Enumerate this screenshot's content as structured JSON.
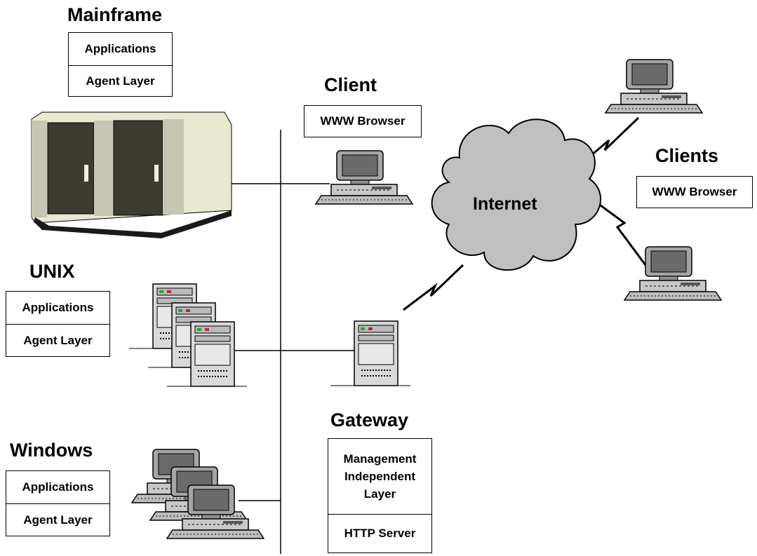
{
  "nodes": {
    "mainframe": {
      "title": "Mainframe",
      "layers": [
        "Applications",
        "Agent Layer"
      ]
    },
    "unix": {
      "title": "UNIX",
      "layers": [
        "Applications",
        "Agent Layer"
      ]
    },
    "windows": {
      "title": "Windows",
      "layers": [
        "Applications",
        "Agent Layer"
      ]
    },
    "client": {
      "title": "Client",
      "layers": [
        "WWW Browser"
      ]
    },
    "clients": {
      "title": "Clients",
      "layers": [
        "WWW Browser"
      ]
    },
    "gateway": {
      "title": "Gateway",
      "layers": [
        "Management\nIndependent\nLayer",
        "HTTP Server"
      ]
    },
    "internet": {
      "label": "Internet"
    }
  },
  "colors": {
    "line": "#000000",
    "cloud_fill": "#c0c0c0",
    "mainframe_body": "#e8e8d2",
    "mainframe_door": "#3a3a30",
    "monitor": "#9a9a9a",
    "screen": "#6e6e6e"
  }
}
